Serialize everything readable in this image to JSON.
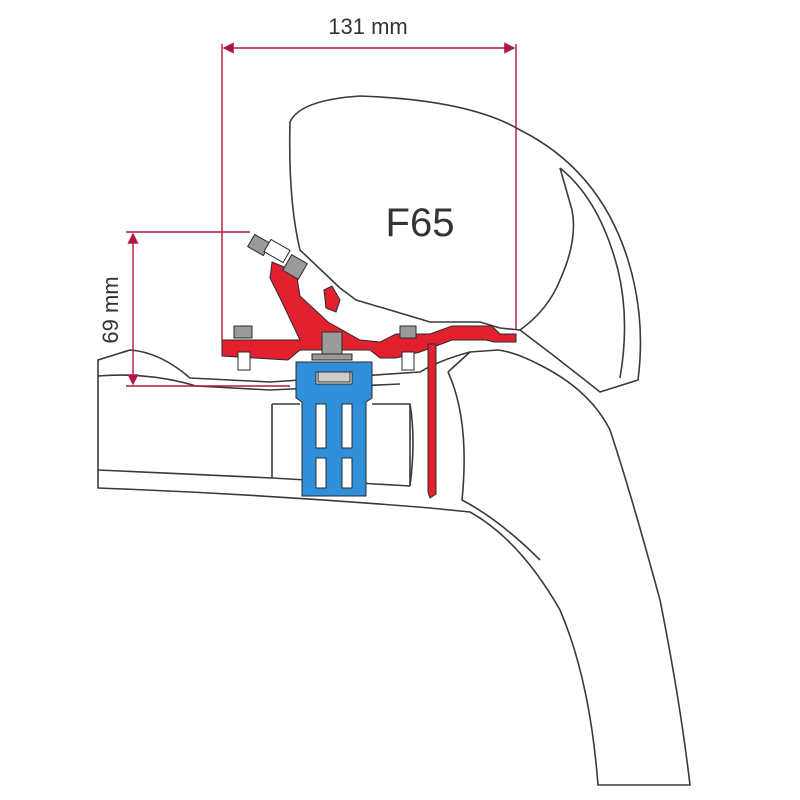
{
  "diagram": {
    "product_label": "F65",
    "width_dimension": "131 mm",
    "height_dimension": "69 mm"
  },
  "colors": {
    "bracket_red": "#e2202e",
    "rail_blue": "#2f8fd8",
    "dimension_line": "#b3163f",
    "outline": "#3a3a3a",
    "bolt_grey": "#9a9a9a"
  }
}
